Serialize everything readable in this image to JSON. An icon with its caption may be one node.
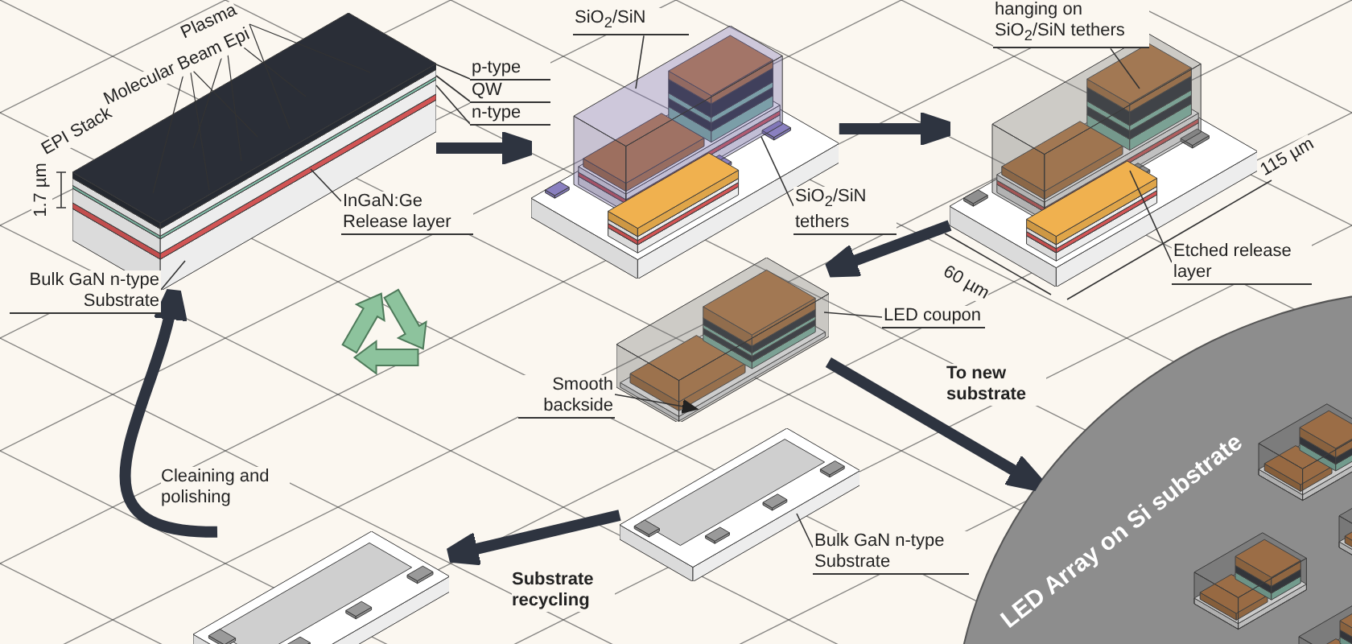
{
  "diagram": {
    "nodes": [
      {
        "text": [],
        "shape": "picture"
      },
      {
        "text": [],
        "shape": "picture"
      },
      {
        "text": [],
        "shape": "picture"
      },
      {
        "text": [],
        "shape": "picture"
      },
      {
        "text": [],
        "shape": "picture"
      },
      {
        "text": [],
        "shape": "picture"
      },
      {
        "text": [
          "LED Array on Si substrate"
        ]
      },
      {
        "text": [
          "p-type"
        ]
      },
      {
        "text": [
          "QW"
        ]
      },
      {
        "text": [
          "n-type"
        ]
      },
      {
        "text": [
          "InGaN:Ge Release layer"
        ]
      },
      {
        "text": [
          "Bulk GaN n-type Substrate"
        ]
      },
      {
        "text": [
          "SiO$_{2}$/SiN"
        ]
      },
      {
        "text": [
          "SiO$_{2}$/SiN tethers"
        ]
      },
      {
        "text": [
          "hanging on SiO$_{2}$/SiN tethers"
        ]
      },
      {
        "text": [
          "Etched release layer"
        ]
      },
      {
        "text": [
          "LED coupon"
        ]
      },
      {
        "text": [
          "Smooth backside"
        ]
      },
      {
        "text": [
          "Bulk GaN n-type Substrate"
        ]
      }
    ],
    "edges": [
      {
        "from": 0,
        "to": 1,
        "arrow": "to",
        "style": "thick"
      },
      {
        "from": 1,
        "to": 2,
        "arrow": "to",
        "style": "thick"
      },
      {
        "from": 2,
        "to": 3,
        "arrow": "to",
        "style": "thick"
      },
      {
        "from": 3,
        "to": 6,
        "arrow": "to",
        "style": "thick",
        "label": "To new substrate"
      },
      {
        "from": 4,
        "to": 5,
        "arrow": "to",
        "style": "thick",
        "label": "Substrate recycling"
      },
      {
        "from": 5,
        "to": 0,
        "arrow": "to",
        "style": "thick",
        "label": "Cleaining and polishing"
      },
      {
        "from": 7,
        "to": 0,
        "arrow": "none"
      },
      {
        "from": 8,
        "to": 0,
        "arrow": "none"
      },
      {
        "from": 9,
        "to": 0,
        "arrow": "none"
      },
      {
        "from": 10,
        "to": 0,
        "arrow": "none"
      },
      {
        "from": 11,
        "to": 0,
        "arrow": "none"
      },
      {
        "from": 12,
        "to": 1,
        "arrow": "none"
      },
      {
        "from": 13,
        "to": 1,
        "arrow": "none"
      },
      {
        "from": 14,
        "to": 2,
        "arrow": "none"
      },
      {
        "from": 15,
        "to": 2,
        "arrow": "none"
      },
      {
        "from": 16,
        "to": 3,
        "arrow": "none"
      },
      {
        "from": 17,
        "to": 3,
        "arrow": "to"
      },
      {
        "from": 18,
        "to": 4,
        "arrow": "none"
      }
    ],
    "labels": [
      "Plasma",
      "Molecular Beam Epi",
      "EPI Stack",
      "1.7 µm",
      "60 µm",
      "115 µm"
    ]
  }
}
